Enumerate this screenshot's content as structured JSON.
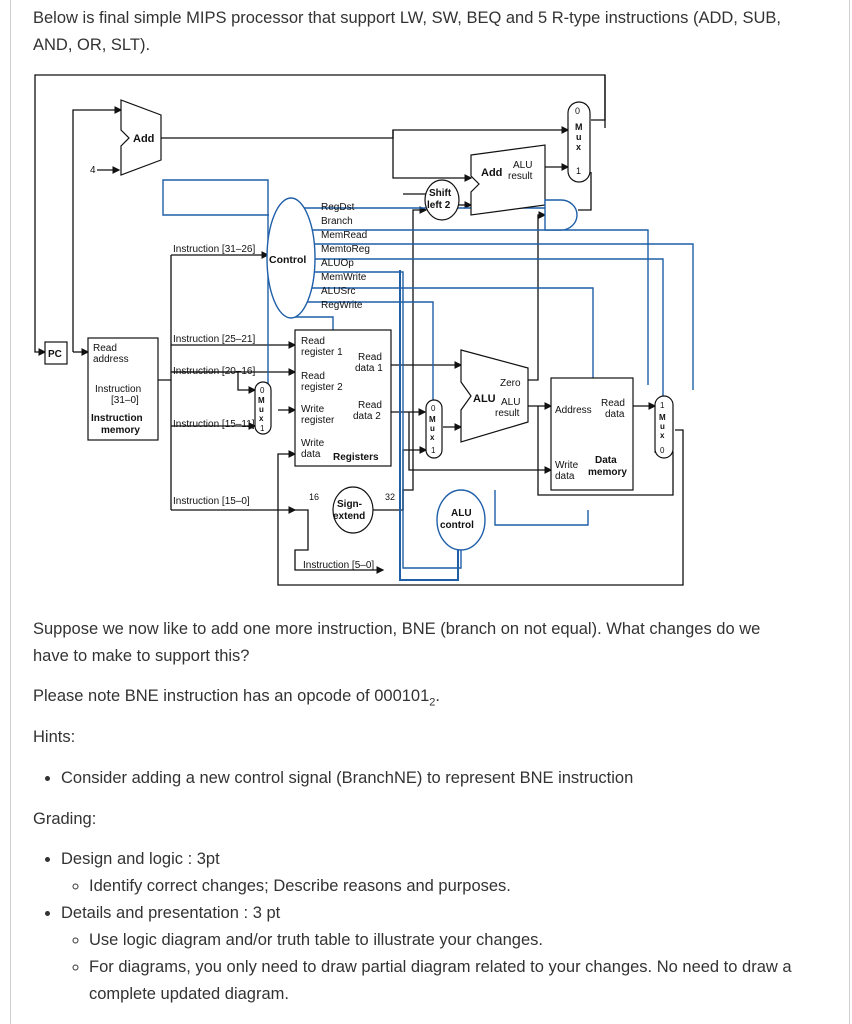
{
  "intro": {
    "line1": "Below is final simple MIPS processor that support LW, SW, BEQ and 5 R-type instructions (ADD, SUB,",
    "line2": "AND, OR, SLT)."
  },
  "diagram": {
    "add_top": "Add",
    "const4": "4",
    "add_alu_add": "Add",
    "add_alu_result_1": "ALU",
    "add_alu_result_2": "result",
    "shift_1": "Shift",
    "shift_2": "left 2",
    "mux_letters": [
      "M",
      "u",
      "x"
    ],
    "mux_top_0": "0",
    "mux_top_1": "1",
    "control": "Control",
    "signals": [
      "RegDst",
      "Branch",
      "MemRead",
      "MemtoReg",
      "ALUOp",
      "MemWrite",
      "ALUSrc",
      "RegWrite"
    ],
    "instr_31_26": "Instruction [31–26]",
    "instr_25_21": "Instruction [25–21]",
    "instr_20_16": "Instruction [20–16]",
    "instr_15_11": "Instruction [15–11]",
    "instr_15_0": "Instruction [15–0]",
    "instr_5_0": "Instruction [5–0]",
    "pc": "PC",
    "im_read": "Read",
    "im_address": "address",
    "im_instruction": "Instruction",
    "im_range": "[31–0]",
    "im_name1": "Instruction",
    "im_name2": "memory",
    "reg_read1a": "Read",
    "reg_read1b": "register 1",
    "reg_read2a": "Read",
    "reg_read2b": "register 2",
    "reg_write_a": "Write",
    "reg_write_b": "register",
    "reg_wdata_a": "Write",
    "reg_wdata_b": "data",
    "reg_name": "Registers",
    "reg_rd1a": "Read",
    "reg_rd1b": "data 1",
    "reg_rd2a": "Read",
    "reg_rd2b": "data 2",
    "alu": "ALU",
    "alu_zero": "Zero",
    "alu_result_1": "ALU",
    "alu_result_2": "result",
    "dm_address": "Address",
    "dm_read_1": "Read",
    "dm_read_2": "data",
    "dm_write_1": "Write",
    "dm_write_2": "data",
    "dm_name_1": "Data",
    "dm_name_2": "memory",
    "sign_1": "Sign-",
    "sign_2": "extend",
    "bits16": "16",
    "bits32": "32",
    "aluctl_1": "ALU",
    "aluctl_2": "control",
    "mux_b0": "0",
    "mux_b1": "1"
  },
  "question": {
    "line1": "Suppose we now like to add one more instruction, BNE (branch on not equal). What changes do we",
    "line2": "have to make to support this?"
  },
  "opcode_note": {
    "before": "Please note BNE instruction has an opcode of 000101",
    "subscript": "2",
    "after": "."
  },
  "hints": {
    "label": "Hints:",
    "items": [
      "Consider adding a new control signal (BranchNE) to represent BNE instruction"
    ]
  },
  "grading": {
    "label": "Grading:",
    "item1": "Design and logic : 3pt",
    "item1_sub": [
      "Identify correct changes; Describe reasons and purposes."
    ],
    "item2": "Details and presentation : 3 pt",
    "item2_sub": [
      "Use logic diagram and/or truth table to illustrate your changes.",
      "For diagrams, you only need to draw partial diagram related to your changes. No need to draw a complete updated diagram."
    ]
  }
}
